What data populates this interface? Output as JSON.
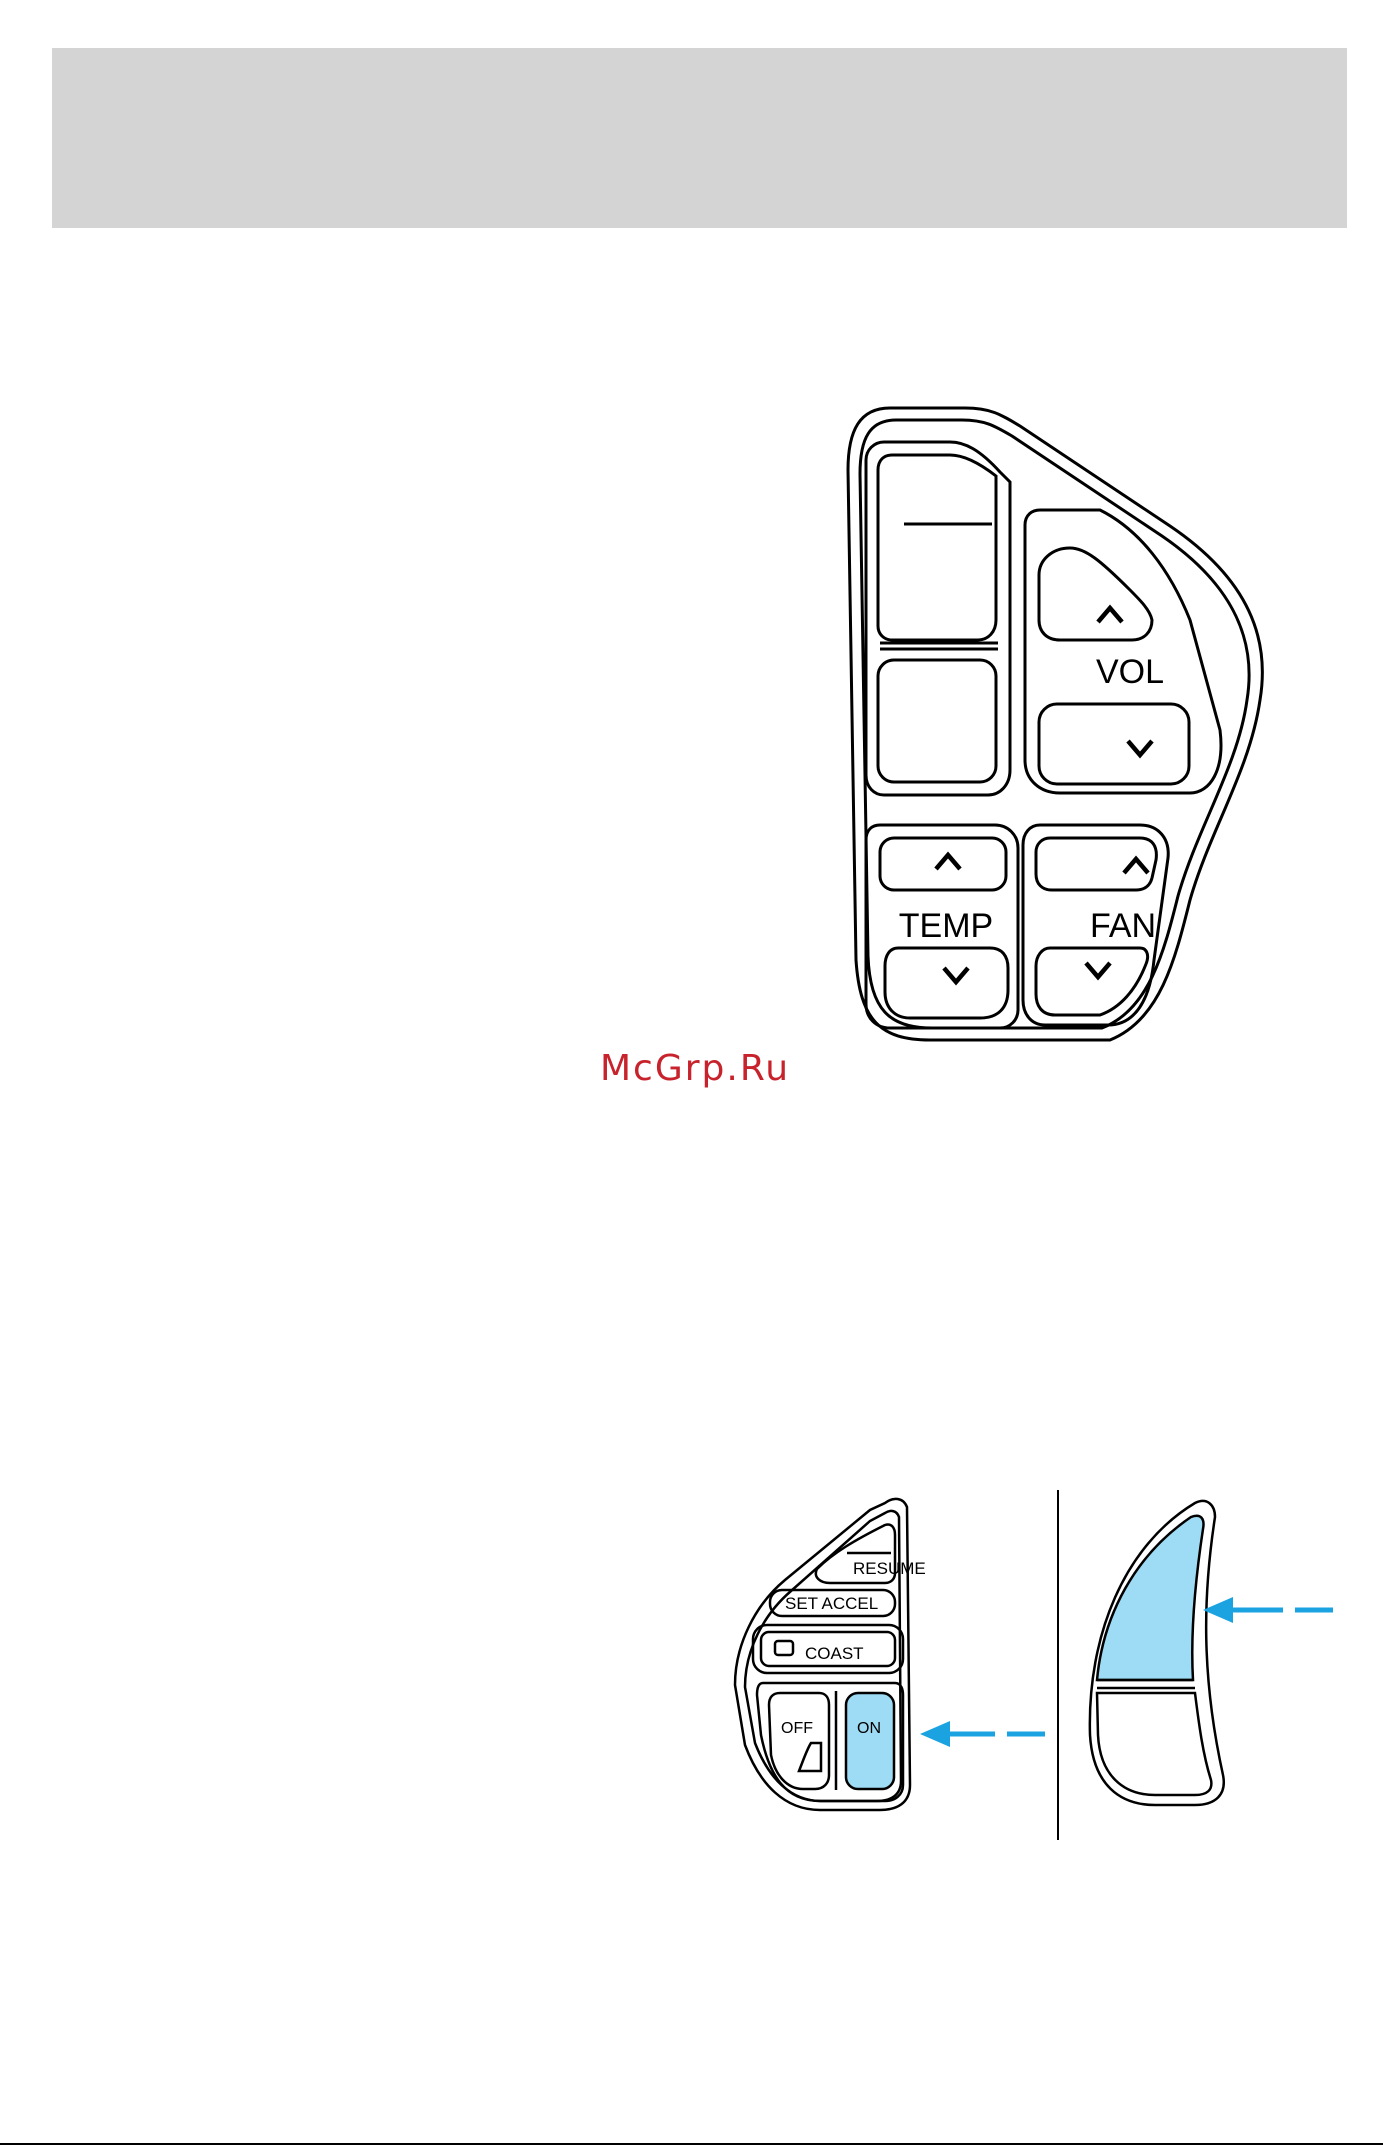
{
  "watermark": "McGrp.Ru",
  "climate_controls": {
    "vol_label": "VOL",
    "temp_label": "TEMP",
    "fan_label": "FAN"
  },
  "cruise_controls": {
    "resume_label": "RESUME",
    "set_accel_label": "SET ACCEL",
    "coast_label": "COAST",
    "off_label": "OFF",
    "on_label": "ON"
  },
  "colors": {
    "highlight": "#9edcf5",
    "arrow": "#1aa3e0",
    "watermark": "#c8232c",
    "header_band": "#d4d4d4"
  }
}
